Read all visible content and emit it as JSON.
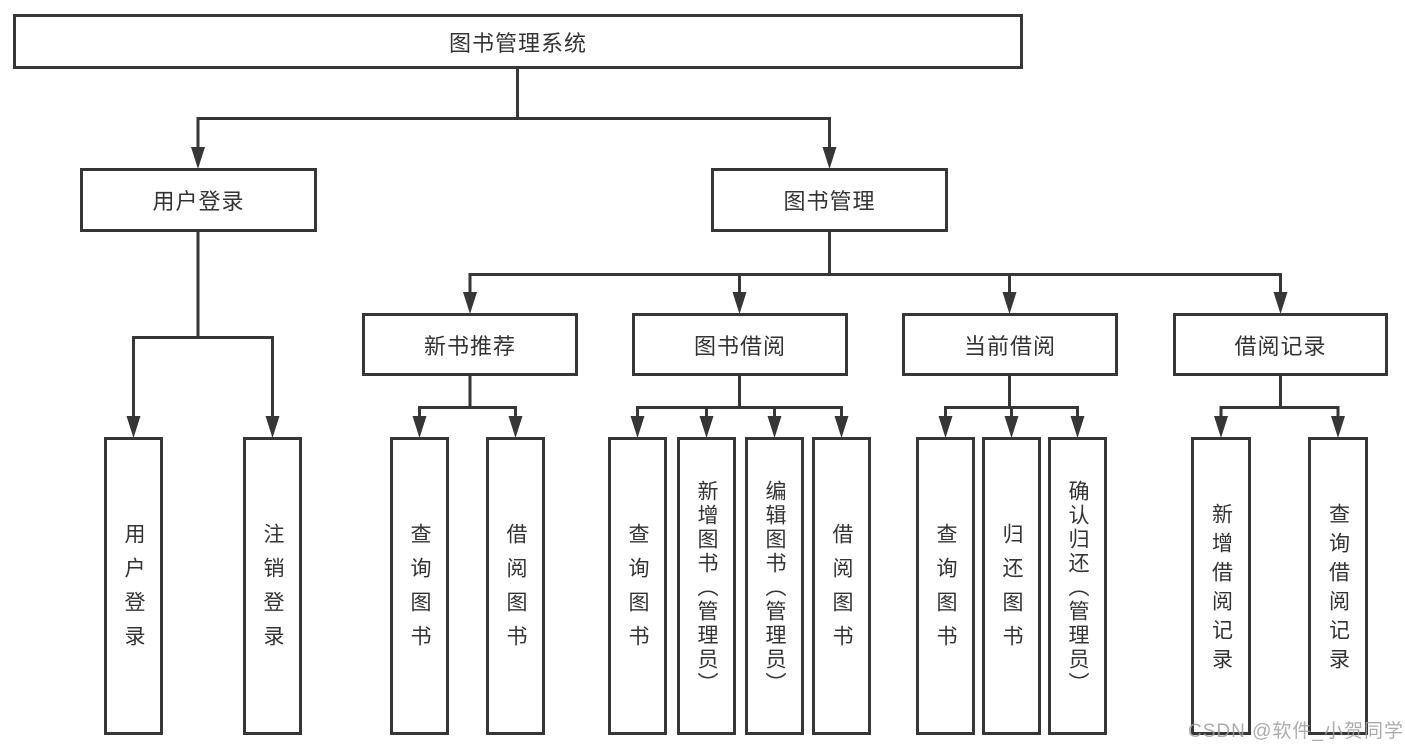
{
  "diagram": {
    "type": "tree",
    "title": "图书管理系统",
    "watermark": "CSDN @软件_小贺同学",
    "colors": {
      "line": "#363636",
      "box_border": "#363636",
      "box_fill": "#ffffff",
      "text": "#333333",
      "watermark": "#9e9e9e",
      "background": "#ffffff"
    },
    "nodes": {
      "root": "图书管理系统",
      "user_login": "用户登录",
      "book_management": "图书管理",
      "new_book_recommend": "新书推荐",
      "book_borrowing": "图书借阅",
      "current_borrowing": "当前借阅",
      "borrowing_records": "借阅记录",
      "leaf_user_login": "用户登录",
      "leaf_logout": "注销登录",
      "leaf_query_books_1": "查询图书",
      "leaf_borrow_books_1": "借阅图书",
      "leaf_query_books_2": "查询图书",
      "leaf_add_book_admin": "新增图书（管理员）",
      "leaf_edit_book_admin": "编辑图书（管理员）",
      "leaf_borrow_books_2": "借阅图书",
      "leaf_query_books_3": "查询图书",
      "leaf_return_book": "归还图书",
      "leaf_confirm_return_admin": "确认归还（管理员）",
      "leaf_add_borrow_record": "新增借阅记录",
      "leaf_query_borrow_record": "查询借阅记录"
    },
    "hierarchy": {
      "图书管理系统": {
        "用户登录": [
          "用户登录",
          "注销登录"
        ],
        "图书管理": {
          "新书推荐": [
            "查询图书",
            "借阅图书"
          ],
          "图书借阅": [
            "查询图书",
            "新增图书（管理员）",
            "编辑图书（管理员）",
            "借阅图书"
          ],
          "当前借阅": [
            "查询图书",
            "归还图书",
            "确认归还（管理员）"
          ],
          "借阅记录": [
            "新增借阅记录",
            "查询借阅记录"
          ]
        }
      }
    }
  }
}
